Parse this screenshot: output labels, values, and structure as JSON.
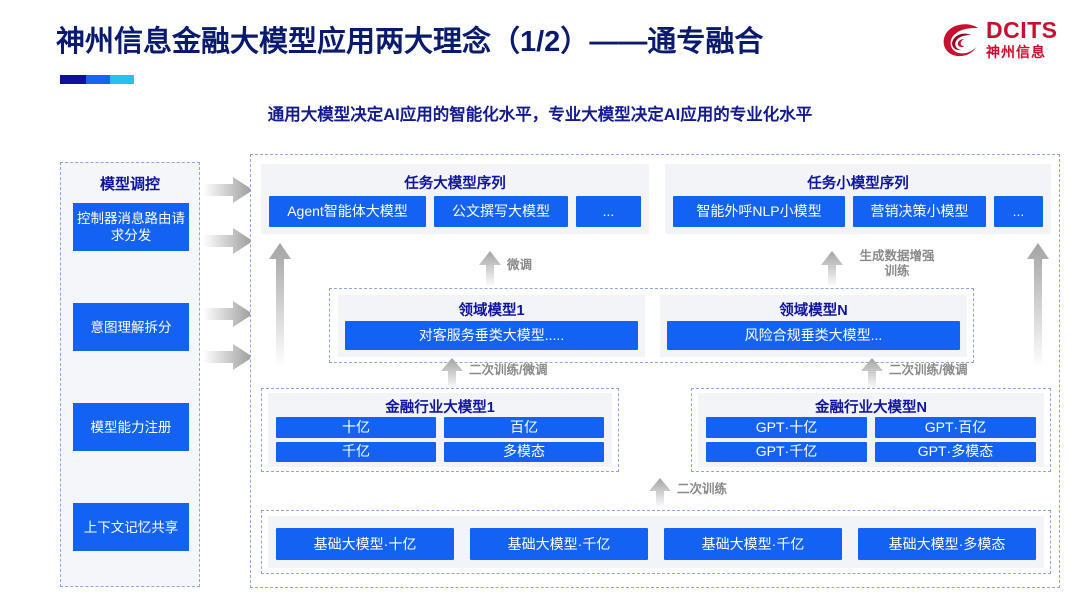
{
  "header": {
    "title": "神州信息金融大模型应用两大理念（1/2）——通专融合",
    "subtitle": "通用大模型决定AI应用的智能化水平，专业大模型决定AI应用的专业化水平",
    "logo_en": "DCITS",
    "logo_cn": "神州信息",
    "brand_red": "#c8102e",
    "title_color": "#0a1a6e",
    "accent_blue": "#1362f2"
  },
  "control_column": {
    "title": "模型调控",
    "items": [
      {
        "label": "控制器消息路由请求分发"
      },
      {
        "label": "意图理解拆分"
      },
      {
        "label": "模型能力注册"
      },
      {
        "label": "上下文记忆共享"
      }
    ]
  },
  "task_sequences": [
    {
      "title": "任务大模型序列",
      "models": [
        "Agent智能体大模型",
        "公文撰写大模型",
        "..."
      ]
    },
    {
      "title": "任务小模型序列",
      "models": [
        "智能外呼NLP小模型",
        "营销决策小模型",
        "..."
      ]
    }
  ],
  "domain_models": [
    {
      "title": "领域模型1",
      "model": "对客服务垂类大模型....."
    },
    {
      "title": "领域模型N",
      "model": "风险合规垂类大模型..."
    }
  ],
  "industry_models": [
    {
      "title": "金融行业大模型1",
      "sizes": [
        "十亿",
        "百亿",
        "千亿",
        "多模态"
      ]
    },
    {
      "title": "金融行业大模型N",
      "sizes": [
        "GPT·十亿",
        "GPT·百亿",
        "GPT·千亿",
        "GPT·多模态"
      ]
    }
  ],
  "base_models": {
    "items": [
      "基础大模型·十亿",
      "基础大模型·千亿",
      "基础大模型·千亿",
      "基础大模型·多模态"
    ]
  },
  "flow_labels": {
    "fine_tune": "微调",
    "data_augment_line1": "生成数据增强",
    "data_augment_line2": "训练",
    "retrain_finetune": "二次训练/微调",
    "retrain": "二次训练"
  }
}
